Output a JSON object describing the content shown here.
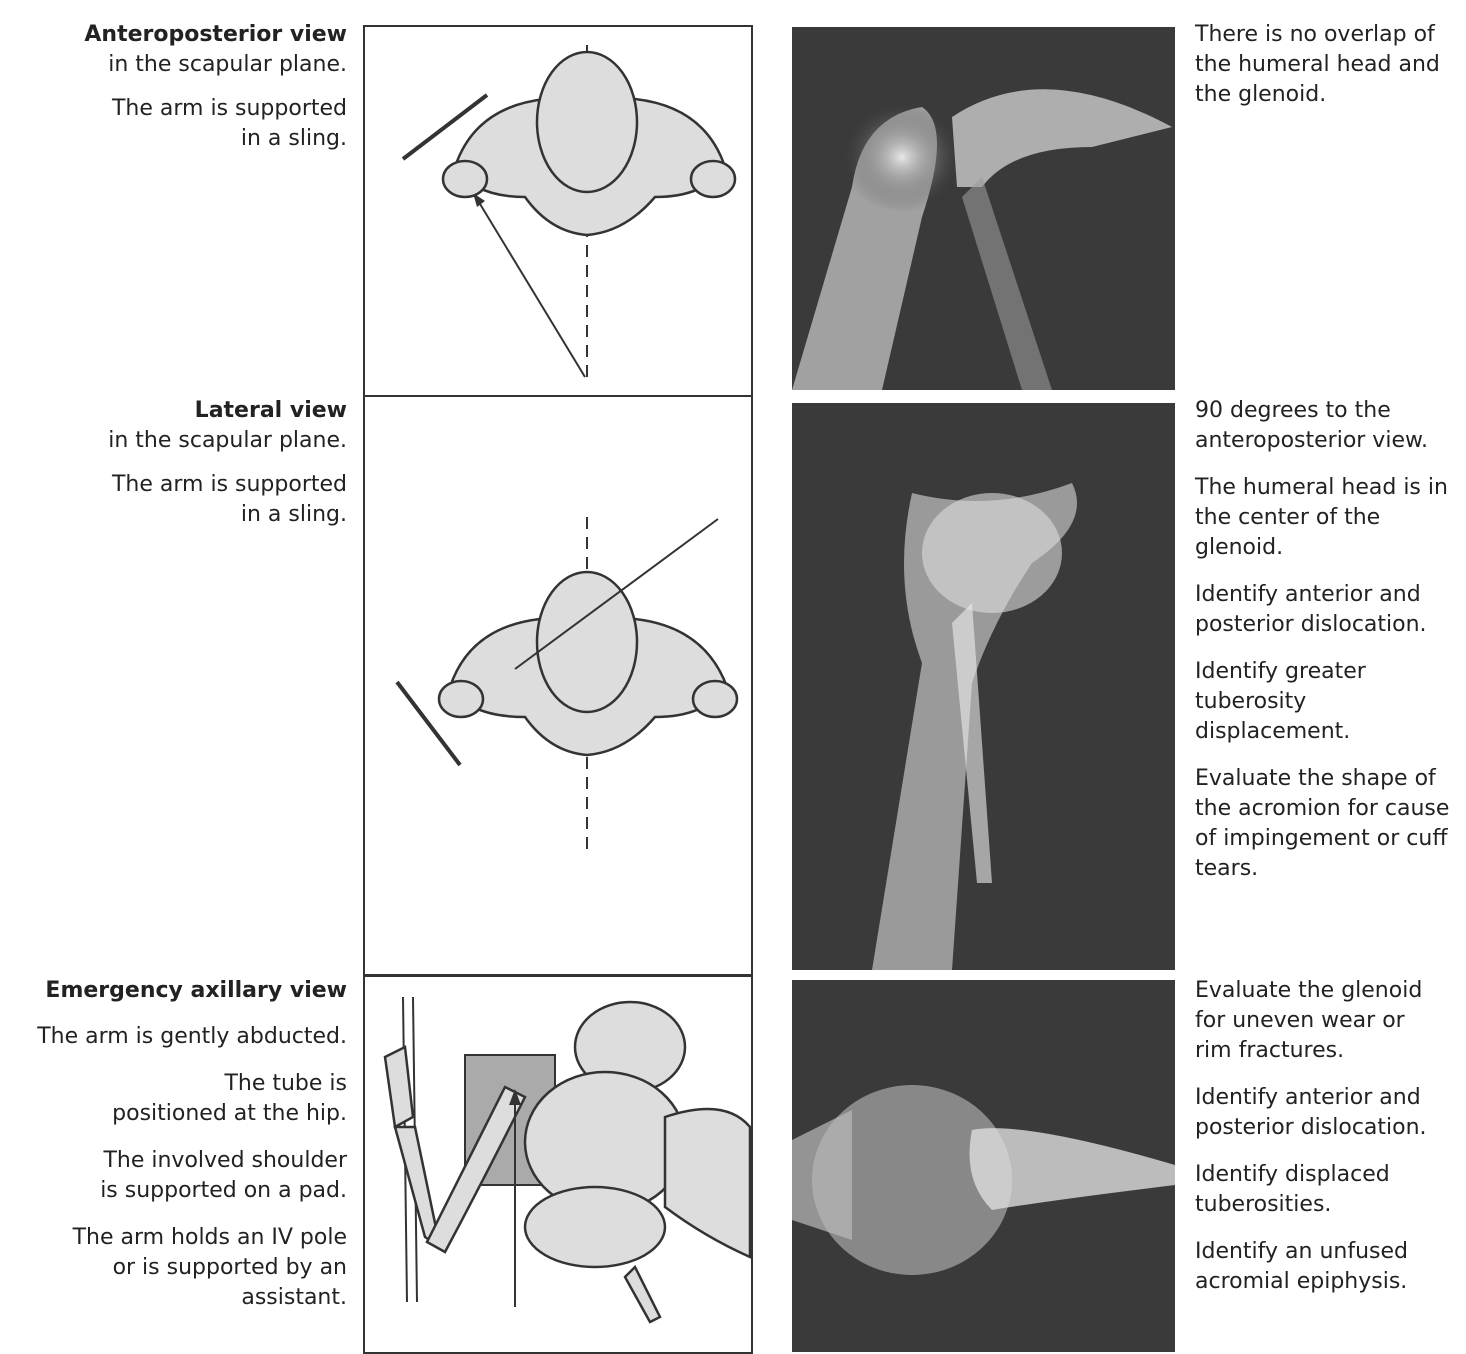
{
  "sections": [
    {
      "title": "Anteroposterior view",
      "subtitle": "in the scapular plane.",
      "instructions": [
        "The arm is supported in a sling."
      ],
      "notes": [
        "There is no overlap of the humeral head and the glenoid."
      ]
    },
    {
      "title": "Lateral view",
      "subtitle": "in the scapular plane.",
      "instructions": [
        "The arm is supported in a sling."
      ],
      "notes": [
        "90 degrees to the anteroposterior view.",
        "The humeral head is in the center of the glenoid.",
        "Identify anterior and posterior dislocation.",
        "Identify greater tuberosity displacement.",
        "Evaluate the shape of the acromion for cause of impingement or cuff tears."
      ]
    },
    {
      "title": "Emergency axillary view",
      "subtitle": "",
      "instructions": [
        "The arm is gently abducted.",
        "The tube is positioned at the hip.",
        "The involved shoulder is supported on a pad.",
        "The arm holds an IV pole or is supported by an assistant."
      ],
      "notes": [
        "Evaluate the glenoid for uneven wear or rim fractures.",
        "Identify anterior and posterior dislocation.",
        "Identify displaced tuberosities.",
        "Identify an unfused acromial epiphysis."
      ]
    }
  ]
}
